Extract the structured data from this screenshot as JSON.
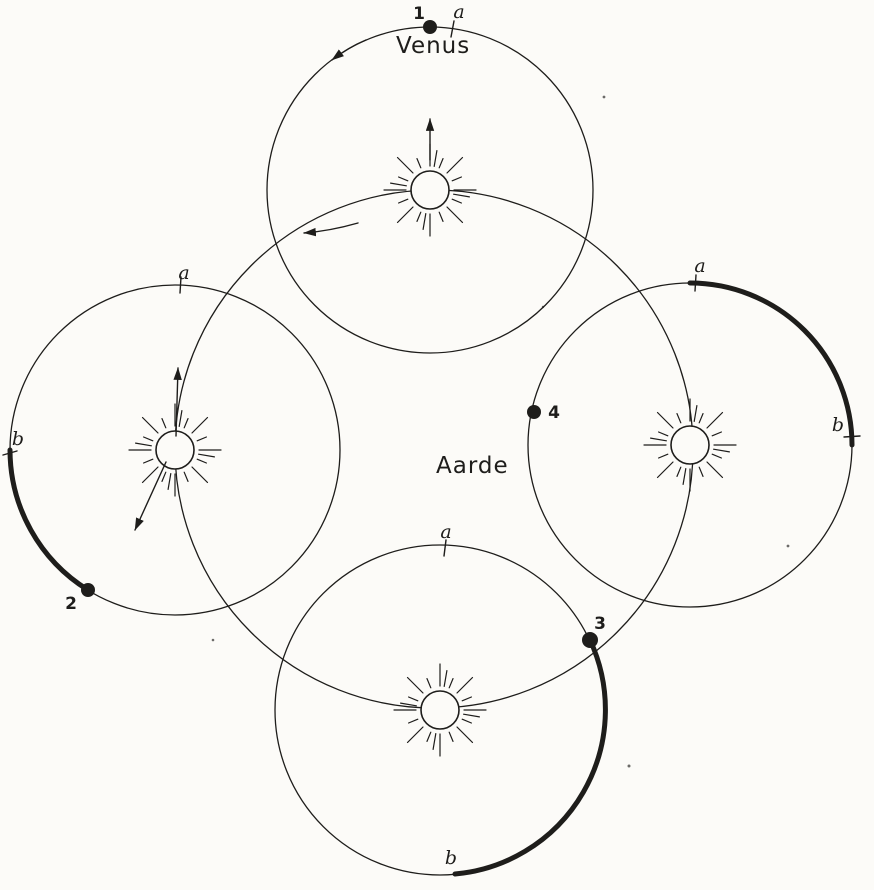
{
  "colors": {
    "ink": "#1e1d1b",
    "paper": "#fcfbf8"
  },
  "labels": {
    "venus": "Venus",
    "earth": "Aarde"
  },
  "positions": {
    "p1": "1",
    "p2": "2",
    "p3": "3",
    "p4": "4"
  },
  "arc_marks": {
    "top_a": "a",
    "left_a": "a",
    "left_b": "b",
    "right_a": "a",
    "right_b": "b",
    "bottom_a": "a",
    "bottom_b": "b"
  },
  "icons": {
    "sun": "rayed-sun"
  }
}
